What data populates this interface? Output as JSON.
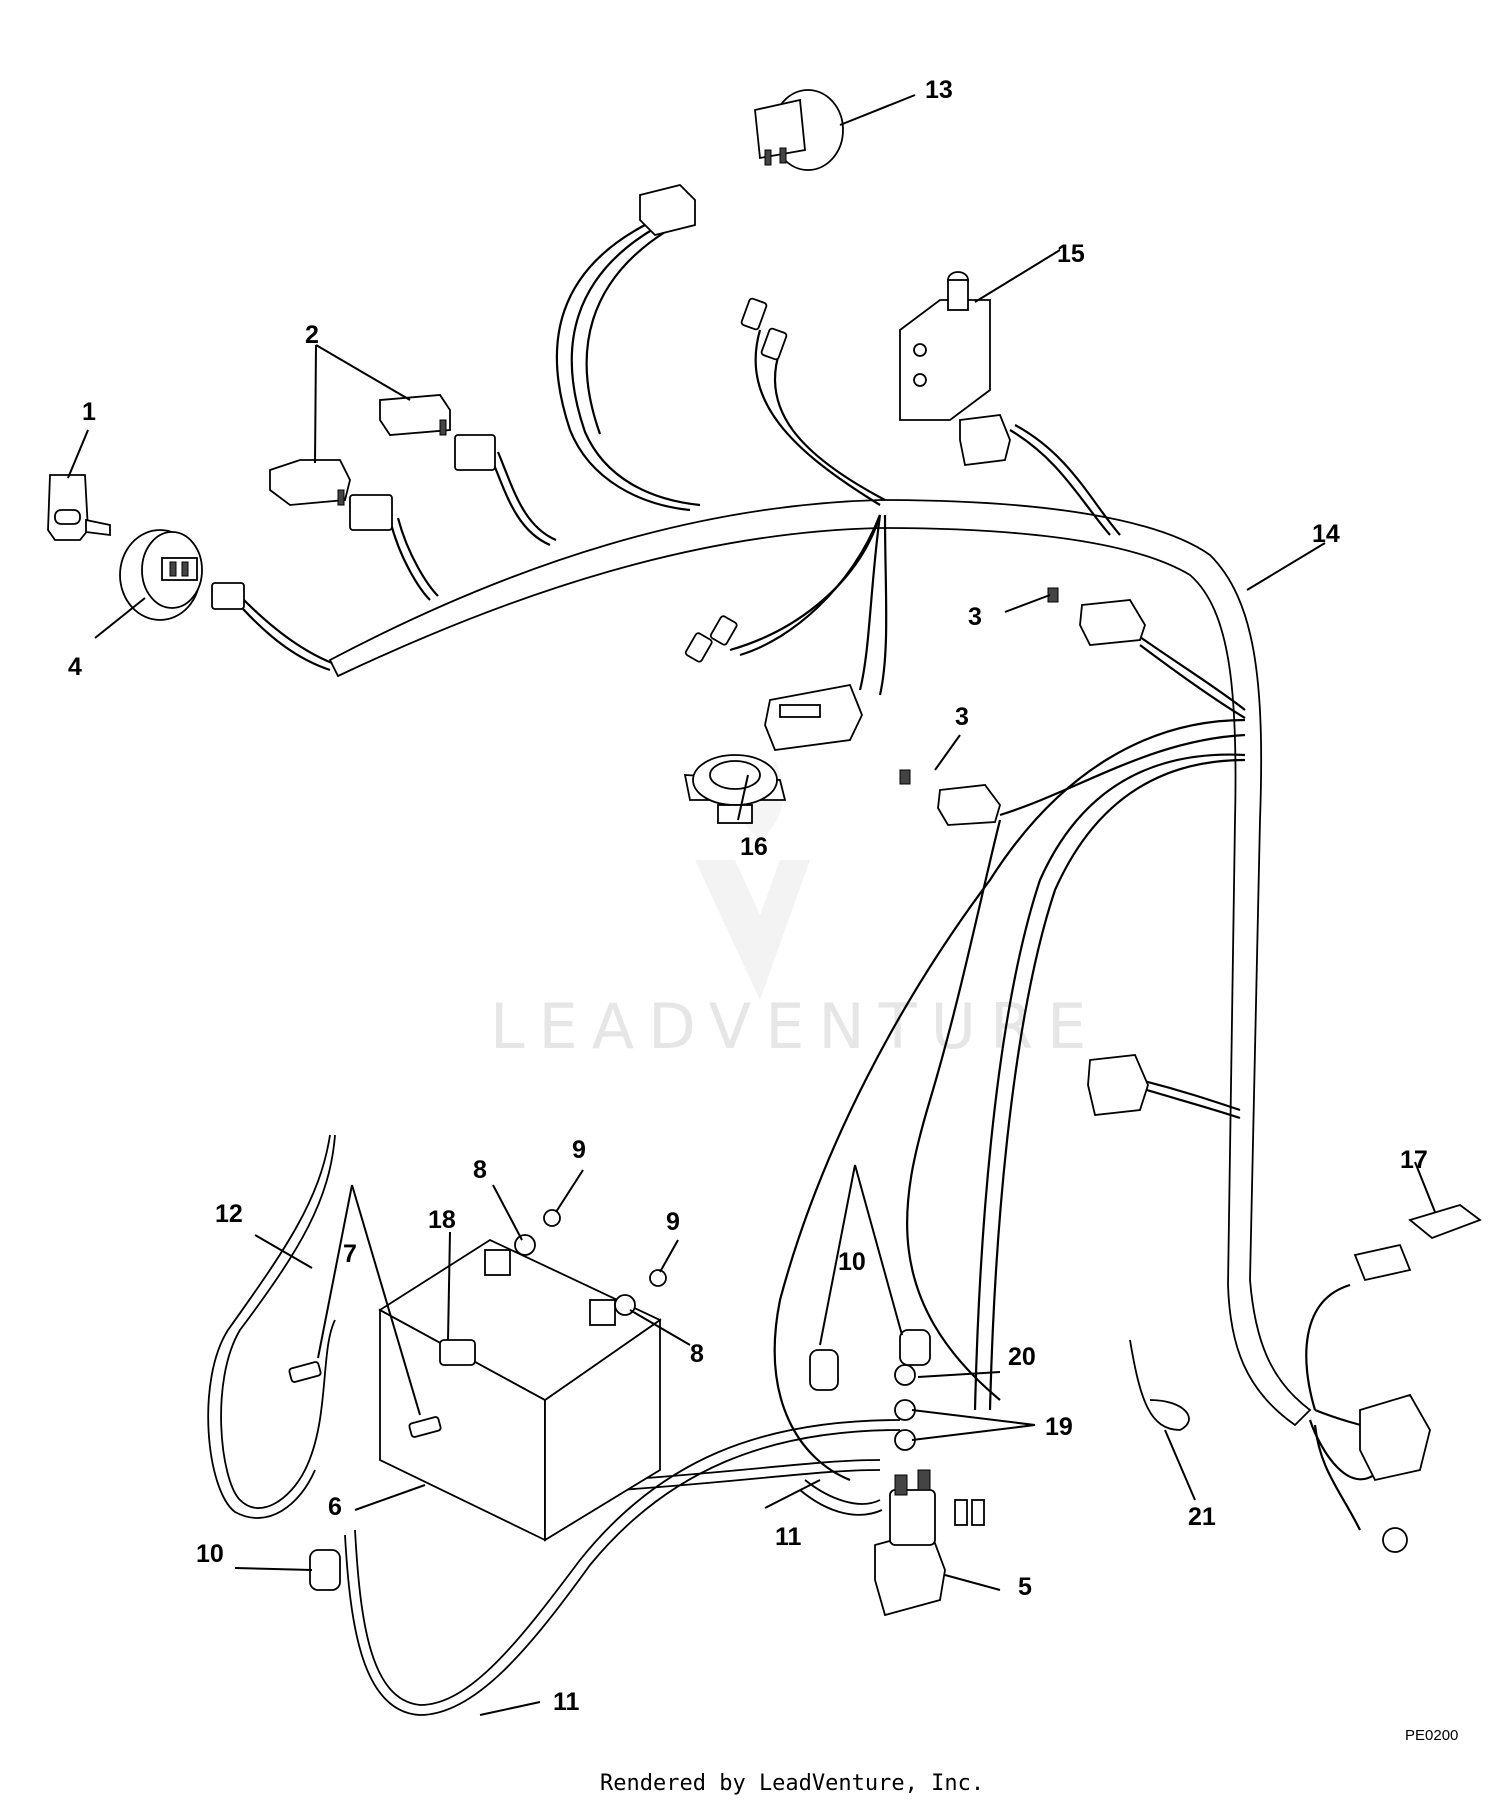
{
  "callouts": [
    {
      "id": "c1",
      "text": "1"
    },
    {
      "id": "c2",
      "text": "2"
    },
    {
      "id": "c3a",
      "text": "3"
    },
    {
      "id": "c3b",
      "text": "3"
    },
    {
      "id": "c4",
      "text": "4"
    },
    {
      "id": "c5",
      "text": "5"
    },
    {
      "id": "c6",
      "text": "6"
    },
    {
      "id": "c7",
      "text": "7"
    },
    {
      "id": "c8a",
      "text": "8"
    },
    {
      "id": "c8b",
      "text": "8"
    },
    {
      "id": "c9a",
      "text": "9"
    },
    {
      "id": "c9b",
      "text": "9"
    },
    {
      "id": "c10a",
      "text": "10"
    },
    {
      "id": "c10b",
      "text": "10"
    },
    {
      "id": "c11a",
      "text": "11"
    },
    {
      "id": "c11b",
      "text": "11"
    },
    {
      "id": "c12",
      "text": "12"
    },
    {
      "id": "c13",
      "text": "13"
    },
    {
      "id": "c14",
      "text": "14"
    },
    {
      "id": "c15",
      "text": "15"
    },
    {
      "id": "c16",
      "text": "16"
    },
    {
      "id": "c17",
      "text": "17"
    },
    {
      "id": "c18",
      "text": "18"
    },
    {
      "id": "c19",
      "text": "19"
    },
    {
      "id": "c20",
      "text": "20"
    },
    {
      "id": "c21",
      "text": "21"
    }
  ],
  "watermark": "LEADVENTURE",
  "diagram_code": "PE0200",
  "footer": "Rendered by LeadVenture, Inc."
}
